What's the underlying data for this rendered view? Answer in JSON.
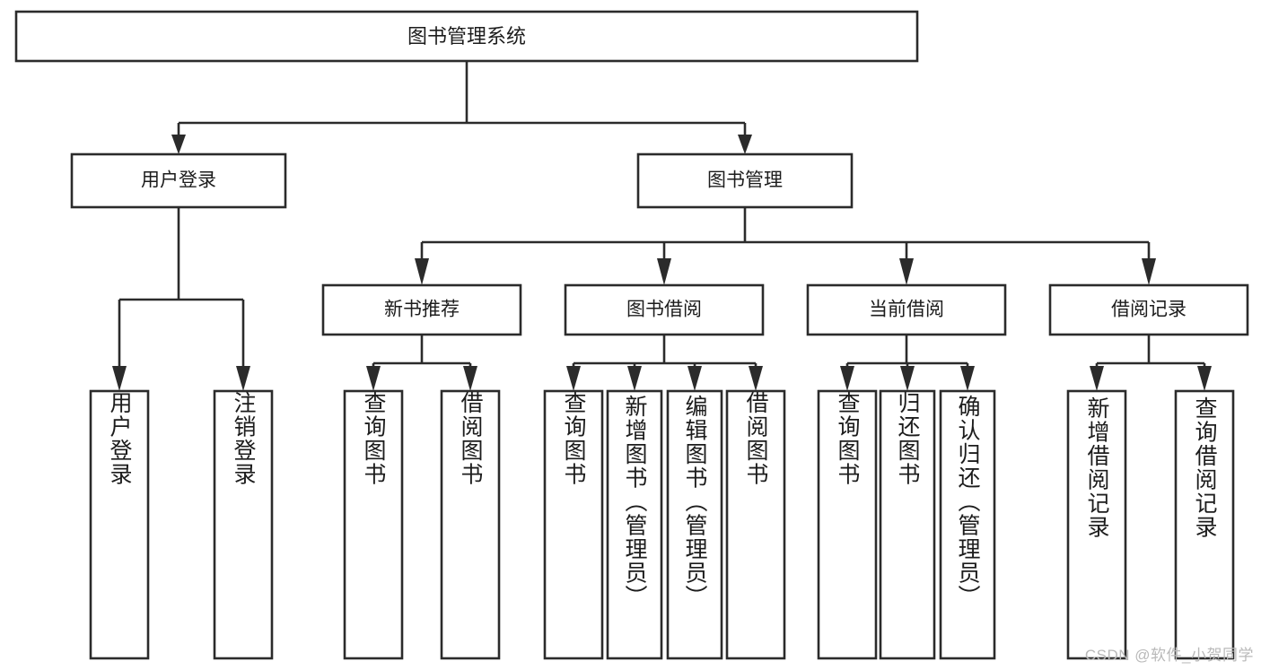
{
  "diagram": {
    "title": "图书管理系统",
    "type": "hierarchy-tree",
    "root": {
      "id": "root",
      "label": "图书管理系统"
    },
    "level2": [
      {
        "id": "user-login",
        "label": "用户登录"
      },
      {
        "id": "book-manage",
        "label": "图书管理"
      }
    ],
    "level3": [
      {
        "id": "new-book-recommend",
        "label": "新书推荐"
      },
      {
        "id": "book-borrow",
        "label": "图书借阅"
      },
      {
        "id": "current-borrow",
        "label": "当前借阅"
      },
      {
        "id": "borrow-record",
        "label": "借阅记录"
      }
    ],
    "leaves": {
      "user_login": [
        {
          "id": "leaf-user-login",
          "label": "用户登录"
        },
        {
          "id": "leaf-logout-login",
          "label": "注销登录"
        }
      ],
      "new_book_recommend": [
        {
          "id": "leaf-query-book-1",
          "label": "查询图书"
        },
        {
          "id": "leaf-borrow-book-1",
          "label": "借阅图书"
        }
      ],
      "book_borrow": [
        {
          "id": "leaf-query-book-2",
          "label": "查询图书"
        },
        {
          "id": "leaf-add-book",
          "label": "新增图书（管理员）"
        },
        {
          "id": "leaf-edit-book",
          "label": "编辑图书（管理员）"
        },
        {
          "id": "leaf-borrow-book-2",
          "label": "借阅图书"
        }
      ],
      "current_borrow": [
        {
          "id": "leaf-query-book-3",
          "label": "查询图书"
        },
        {
          "id": "leaf-return-book",
          "label": "归还图书"
        },
        {
          "id": "leaf-confirm-return",
          "label": "确认归还（管理员）"
        }
      ],
      "borrow_record": [
        {
          "id": "leaf-add-record",
          "label": "新增借阅记录"
        },
        {
          "id": "leaf-query-record",
          "label": "查询借阅记录"
        }
      ]
    }
  },
  "watermark": {
    "text": "CSDN @软件_小贺同学"
  },
  "colors": {
    "stroke": "#2b2b2b",
    "fill": "#ffffff",
    "text": "#1c1c1c",
    "watermark": "#b9b9b9"
  }
}
